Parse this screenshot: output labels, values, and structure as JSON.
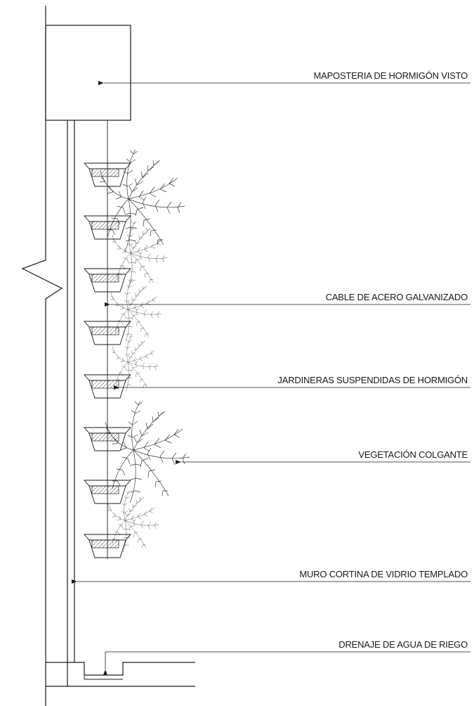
{
  "labels": {
    "masonry": "MAPOSTERIA DE HORMIGÓN VISTO",
    "cable": "CABLE DE ACERO GALVANIZADO",
    "planters": "JARDINERAS SUSPENDIDAS DE HORMIGÓN",
    "vegetation": "VEGETACIÓN COLGANTE",
    "curtain_wall": "MURO CORTINA DE VIDRIO TEMPLADO",
    "drainage": "DRENAJE DE AGUA DE RIEGO"
  }
}
